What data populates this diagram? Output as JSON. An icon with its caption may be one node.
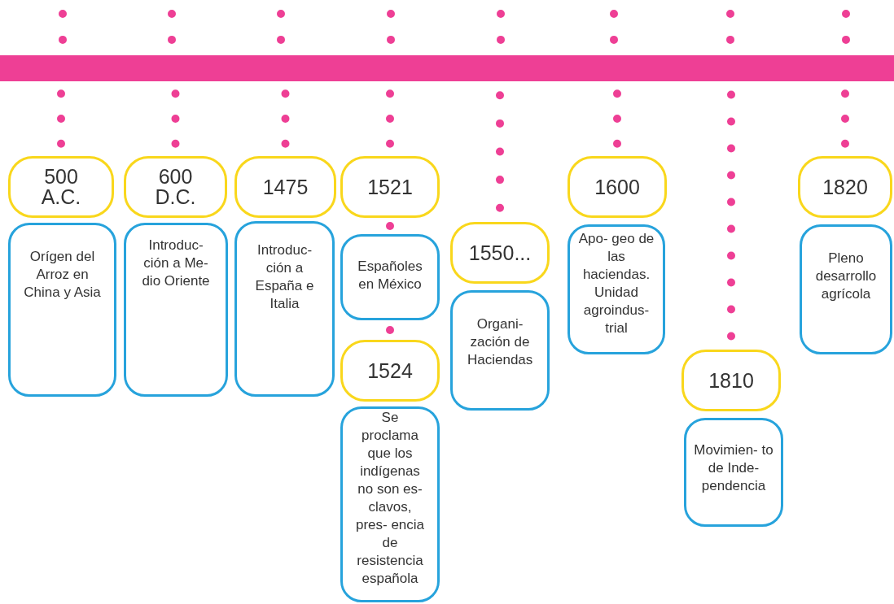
{
  "diagram": {
    "nodes": [
      {
        "text": [],
        "shape": "bar"
      },
      {
        "text": [
          "500 A.C."
        ]
      },
      {
        "text": [
          "Orígen del Arroz en China y Asia"
        ]
      },
      {
        "text": [
          "600 D.C."
        ]
      },
      {
        "text": [
          "Introduc- ción a Me- dio Oriente"
        ]
      },
      {
        "text": [
          "1475"
        ]
      },
      {
        "text": [
          "Introduc- ción a España e Italia"
        ]
      },
      {
        "text": [
          "1521"
        ]
      },
      {
        "text": [
          "Españoles en México"
        ]
      },
      {
        "text": [
          "1524"
        ]
      },
      {
        "text": [
          "Se proclama que los indígenas no son es- clavos, pres- encia de resistencia española"
        ]
      },
      {
        "text": [
          "1550..."
        ]
      },
      {
        "text": [
          "Organi- zación de Haciendas"
        ]
      },
      {
        "text": [
          "1600"
        ]
      },
      {
        "text": [
          "Apo- geo de las haciendas. Unidad agroindus- trial"
        ]
      },
      {
        "text": [
          "1810"
        ]
      },
      {
        "text": [
          "Movimien- to de Inde- pendencia"
        ]
      },
      {
        "text": [
          "1820"
        ]
      },
      {
        "text": [
          "Pleno desarrollo agrícola"
        ]
      }
    ],
    "edges": [
      {
        "from": 0,
        "to": 1,
        "arrow": "none",
        "style": "dashed"
      },
      {
        "from": 0,
        "to": 3,
        "arrow": "none",
        "style": "dashed"
      },
      {
        "from": 0,
        "to": 5,
        "arrow": "none",
        "style": "dashed"
      },
      {
        "from": 0,
        "to": 7,
        "arrow": "none",
        "style": "dashed"
      },
      {
        "from": 7,
        "to": 8,
        "arrow": "none",
        "style": "dashed"
      },
      {
        "from": 8,
        "to": 9,
        "arrow": "none",
        "style": "dashed"
      },
      {
        "from": 0,
        "to": 11,
        "arrow": "none",
        "style": "dashed"
      },
      {
        "from": 0,
        "to": 13,
        "arrow": "none",
        "style": "dashed"
      },
      {
        "from": 0,
        "to": 15,
        "arrow": "none",
        "style": "dashed"
      },
      {
        "from": 0,
        "to": 17,
        "arrow": "none",
        "style": "dashed"
      }
    ]
  }
}
